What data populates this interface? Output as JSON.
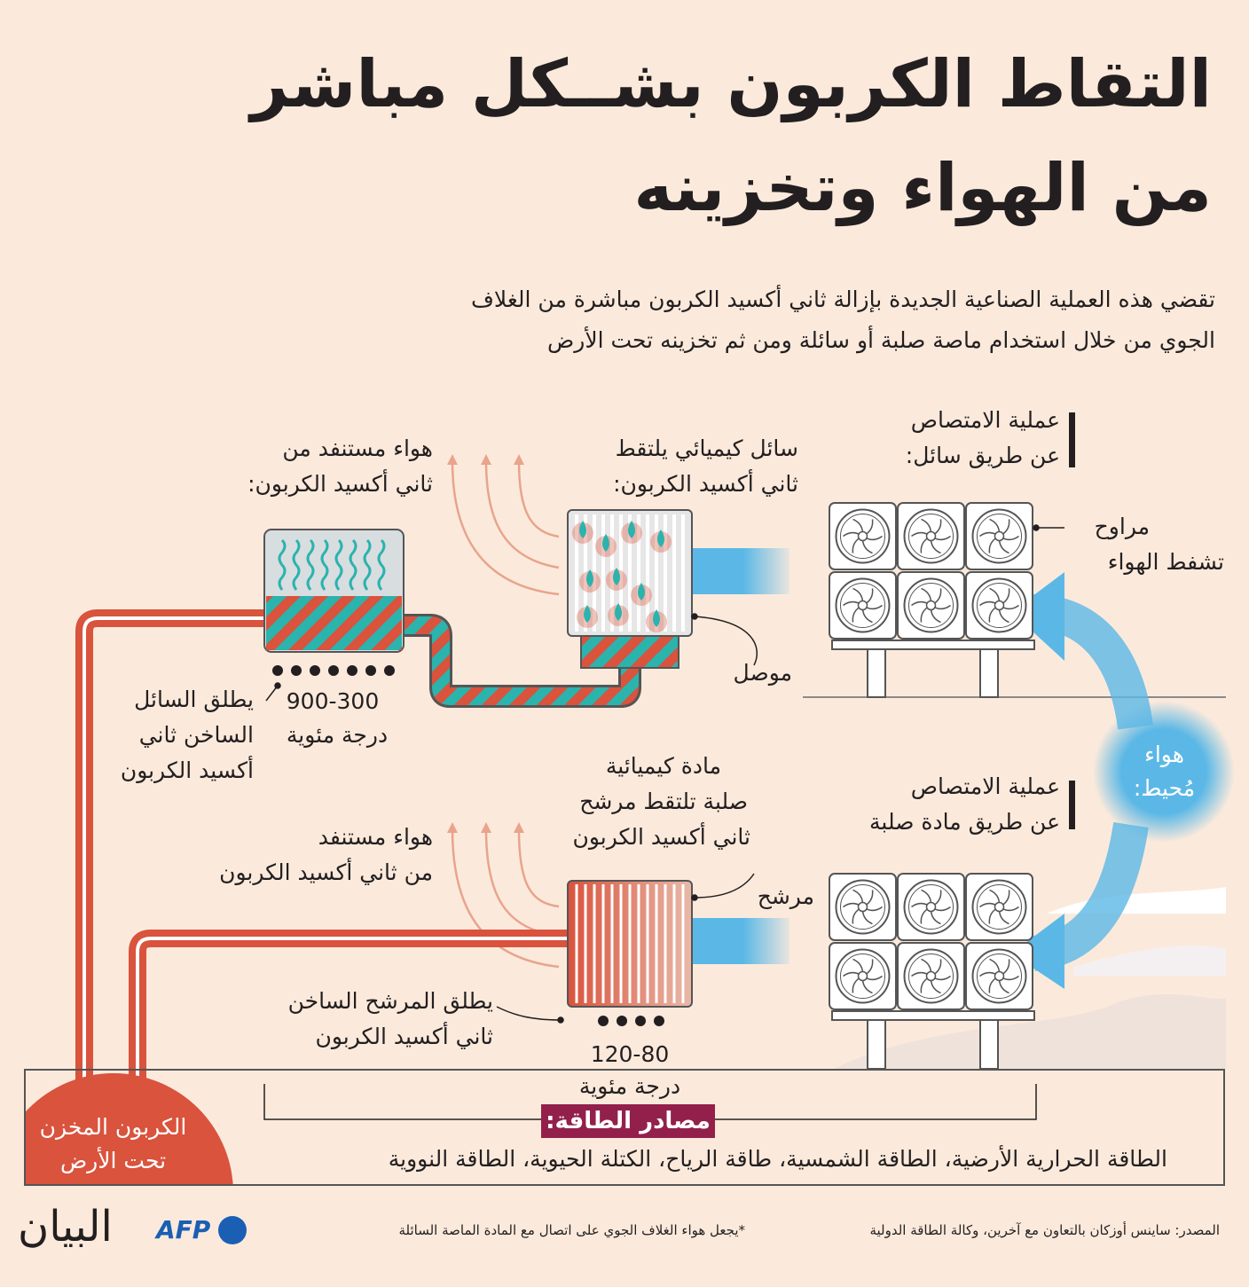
{
  "title": {
    "line1": "التقاط الكربون بشــكل مباشر",
    "line2": "من الهواء وتخزينه"
  },
  "intro": {
    "line1": "تقضي هذه العملية الصناعية الجديدة بإزالة ثاني أكسيد الكربون مباشرة من الغلاف",
    "line2": "الجوي  من خلال استخدام ماصة صلبة أو سائلة ومن ثم تخزينه تحت الأرض"
  },
  "liquid": {
    "heading1": "عملية الامتصاص",
    "heading2": "عن طريق سائل:",
    "fans1": "مراوح",
    "fans2": "تشفط الهواء",
    "chem1": "سائل كيميائي يلتقط",
    "chem2": "ثاني أكسيد الكربون:",
    "depleted1": "هواء مستنفد من",
    "depleted2": "ثاني أكسيد الكربون:",
    "contactor": "موصل",
    "temp": "900-300",
    "temp_unit": "درجة مئوية",
    "release1": "يطلق السائل",
    "release2": "الساخن ثاني",
    "release3": "أكسيد الكربون"
  },
  "ambient_air": {
    "line1": "هواء",
    "line2": "مُحيط:"
  },
  "solid": {
    "heading1": "عملية الامتصاص",
    "heading2": "عن طريق مادة صلبة",
    "chem1": "مادة كيميائية",
    "chem2": "صلبة تلتقط مرشح",
    "chem3": "ثاني أكسيد الكربون",
    "depleted1": "هواء مستنفد",
    "depleted2": "من ثاني أكسيد الكربون",
    "filter": "مرشح",
    "release1": "يطلق المرشح الساخن",
    "release2": "ثاني أكسيد الكربون",
    "temp": "120-80",
    "temp_unit": "درجة مئوية"
  },
  "storage": {
    "line1": "الكربون المخزن",
    "line2": "تحت الأرض"
  },
  "energy": {
    "label": "مصادر الطاقة:",
    "sources": "الطاقة الحرارية الأرضية، الطاقة الشمسية، طاقة الرياح، الكتلة الحيوية، الطاقة النووية"
  },
  "footer": {
    "source": "المصدر: ساينس أوزكان بالتعاون مع آخرين، وكالة الطاقة الدولية",
    "note": "*يجعل هواء الغلاف الجوي على اتصال مع المادة الماصة السائلة",
    "afp": "AFP",
    "albayan": "البيان"
  },
  "colors": {
    "background": "#fbeadc",
    "red": "#d9533d",
    "teal": "#2bb3ad",
    "blue": "#5bb8e6",
    "magenta": "#93204a",
    "afp_blue": "#1a5fb4"
  }
}
